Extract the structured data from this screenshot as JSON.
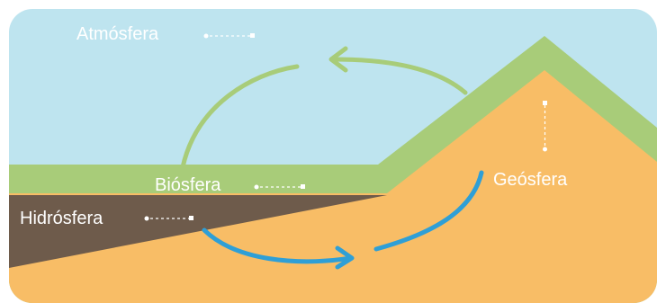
{
  "labels": {
    "atmosphere": "Atmósfera",
    "biosphere": "Biósfera",
    "hydrosphere": "Hidrósfera",
    "geosphere": "Geósfera"
  },
  "colors": {
    "sky": "#bee4ef",
    "green": "#a8cc79",
    "earth": "#f8bd66",
    "water_soil": "#6e5b4b",
    "blue_arrow": "#2f9fd6",
    "green_arrow": "#a8cc79",
    "label": "#ffffff"
  }
}
